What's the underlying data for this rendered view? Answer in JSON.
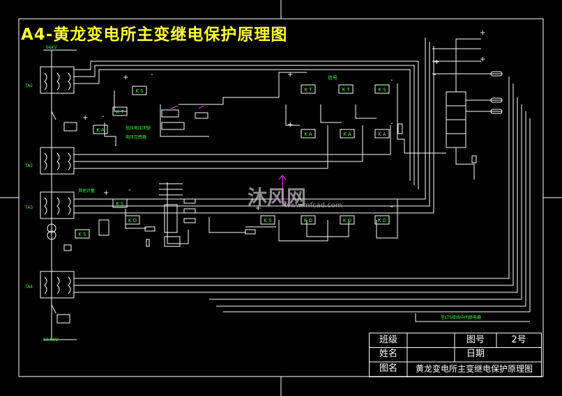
{
  "title": "A4-黄龙变电所主变继电保护原理图",
  "labels": {
    "top_voltage": "66KV",
    "bottom_voltage": "10.5KV",
    "ta2": "TA2",
    "tb2": "TA2",
    "ta3": "TA3",
    "ta4": "TA4",
    "signal": "信号",
    "low_voltage_start": "低压电压闭锁",
    "voltage_relay": "电压互感器",
    "other_meter": "其他计量",
    "bottom_note": "至LTS接线中间继电器"
  },
  "relay_labels": {
    "ks": "K S",
    "kt": "K T",
    "ka": "K A",
    "kd": "K D"
  },
  "watermark": {
    "brand": "沐风网",
    "url": "www.mfcad.com"
  },
  "title_block": {
    "class_label": "班级",
    "drawing_no_label": "图号",
    "drawing_no_value": "2号",
    "name_label": "姓名",
    "date_label": "日期",
    "drawing_name_label": "图名",
    "drawing_name_value": "黄龙变电所主变继电保护原理图"
  },
  "colors": {
    "line": "#ffffff",
    "title": "#ffff33",
    "relay_text": "#33ff33",
    "accent": "#ff33ff"
  }
}
